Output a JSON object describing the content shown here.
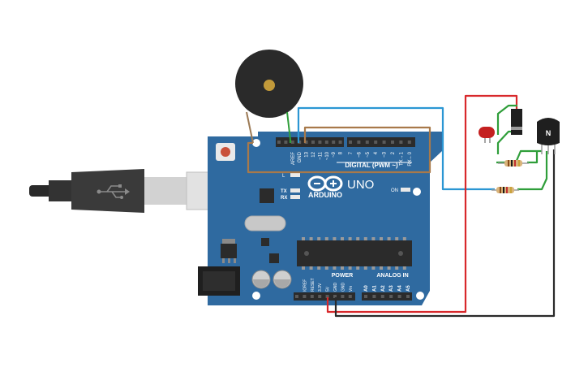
{
  "board": {
    "brand": "ARDUINO",
    "model": "UNO",
    "digital_label": "DIGITAL (PWM ~)",
    "power_label": "POWER",
    "analog_label": "ANALOG IN",
    "on_label": "ON",
    "tx_label": "TX",
    "rx_label": "RX",
    "l_label": "L",
    "digital_pins": [
      "AREF",
      "GND",
      "13",
      "12",
      "~11",
      "~10",
      "~9",
      "8",
      "7",
      "~6",
      "~5",
      "4",
      "~3",
      "2",
      "TX→1",
      "RX←0"
    ],
    "power_pins": [
      "IOREF",
      "RESET",
      "3.3V",
      "5V",
      "GND",
      "GND",
      "Vin"
    ],
    "analog_pins": [
      "A0",
      "A1",
      "A2",
      "A3",
      "A4",
      "A5"
    ]
  },
  "transistor": {
    "label": "N"
  },
  "colors": {
    "board": "#2f6aa0",
    "board_dark": "#1f4f80",
    "wire_blue": "#2b96d3",
    "wire_brown": "#a8794a",
    "wire_red": "#d8282b",
    "wire_black": "#2a2a2a",
    "wire_green": "#2f9e3a",
    "led_red": "#c42020"
  },
  "icons": [
    "usb-icon",
    "arduino-infinity-logo-icon"
  ]
}
